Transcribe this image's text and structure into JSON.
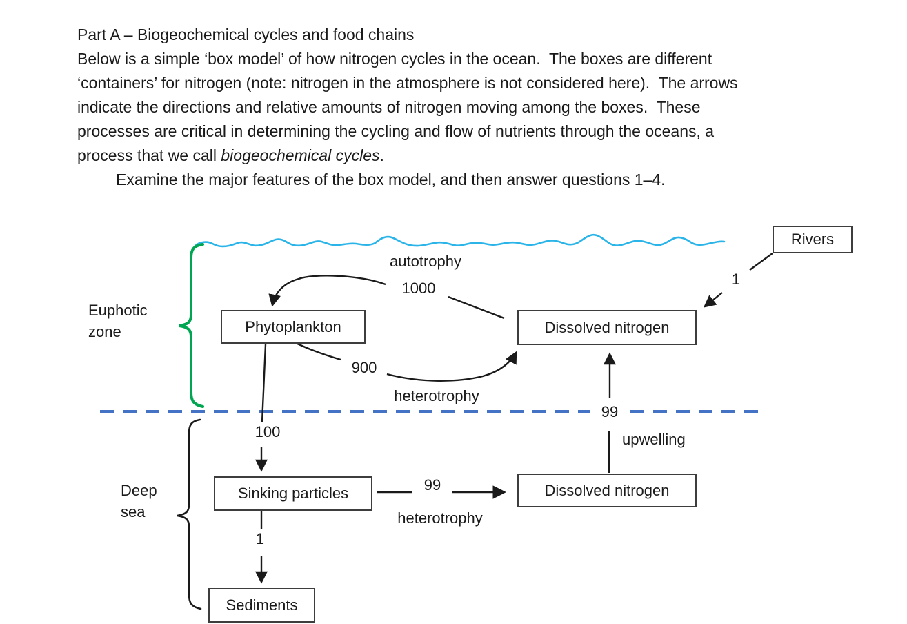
{
  "intro": {
    "line1": "Part A – Biogeochemical cycles and food chains",
    "line2": "Below is a simple ‘box model’ of how nitrogen cycles in the ocean.  The boxes are different",
    "line3": "‘containers’ for nitrogen (note: nitrogen in the atmosphere is not considered here).  The arrows",
    "line4": "indicate the directions and relative amounts of nitrogen moving among the boxes.  These",
    "line5": "processes are critical in determining the cycling and flow of nutrients through the oceans, a",
    "line6_prefix": "process that we call ",
    "line6_italic": "biogeochemical cycles",
    "line6_suffix": ".",
    "line7": "Examine the major features of the box model, and then answer questions 1–4."
  },
  "diagram": {
    "zone_labels": {
      "euphotic_line1": "Euphotic",
      "euphotic_line2": "zone",
      "deep_line1": "Deep",
      "deep_line2": "sea"
    },
    "boxes": {
      "rivers": "Rivers",
      "phytoplankton": "Phytoplankton",
      "dissolved_nitrogen_surface": "Dissolved nitrogen",
      "sinking_particles": "Sinking particles",
      "dissolved_nitrogen_deep": "Dissolved nitrogen",
      "sediments": "Sediments"
    },
    "flows": {
      "autotrophy": {
        "label": "autotrophy",
        "value": "1000"
      },
      "surface_heterotrophy": {
        "label": "heterotrophy",
        "value": "900"
      },
      "river_input": {
        "value": "1"
      },
      "sinking": {
        "value": "100"
      },
      "deep_heterotrophy": {
        "label": "heterotrophy",
        "value": "99"
      },
      "upwelling": {
        "label": "upwelling",
        "value": "99"
      },
      "burial": {
        "value": "1"
      }
    },
    "colors": {
      "ocean_surface": "#2ab4e8",
      "zone_divider": "#4472c4",
      "euphotic_brace": "#00a651",
      "ink": "#1a1a1a"
    }
  }
}
